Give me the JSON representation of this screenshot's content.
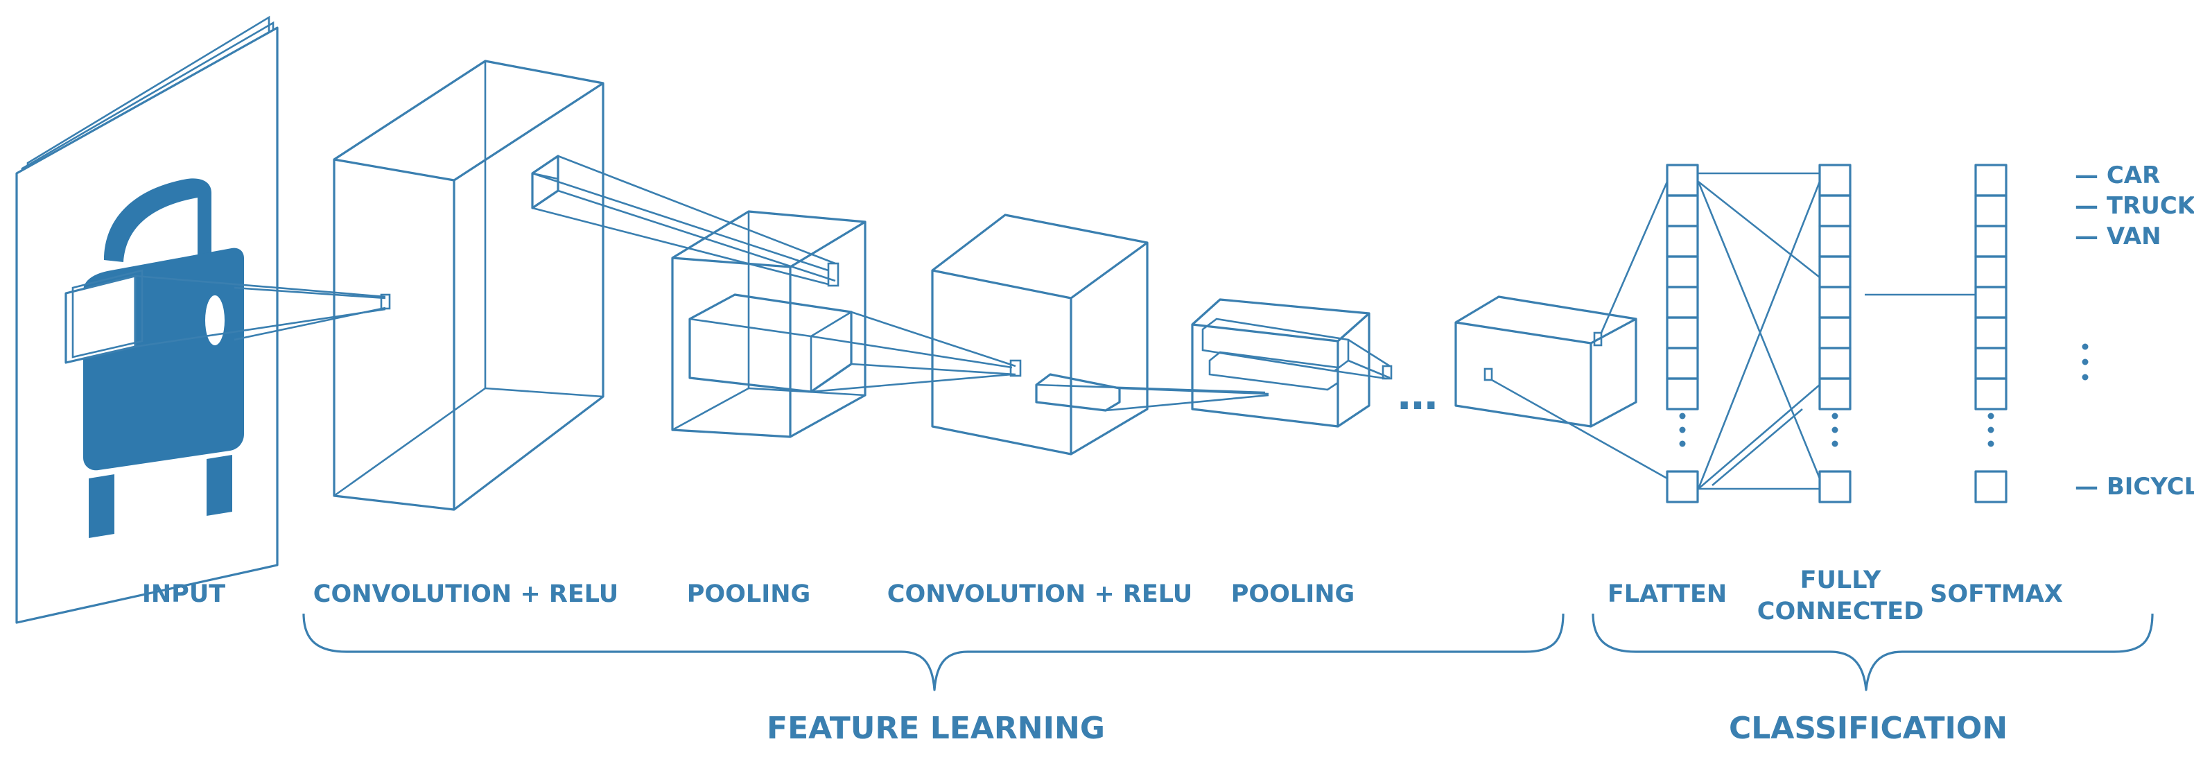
{
  "labels": {
    "input": "INPUT",
    "conv1": "CONVOLUTION + RELU",
    "pool1": "POOLING",
    "conv2": "CONVOLUTION + RELU",
    "pool2": "POOLING",
    "flatten": "FLATTEN",
    "fully_connected_1": "FULLY",
    "fully_connected_2": "CONNECTED",
    "softmax": "SOFTMAX"
  },
  "groups": {
    "feature_learning": "FEATURE LEARNING",
    "classification": "CLASSIFICATION"
  },
  "classes": {
    "car": "— CAR",
    "truck": "— TRUCK",
    "van": "— VAN",
    "bicycle": "— BICYCLE"
  },
  "ellipsis": "…",
  "colors": {
    "line": "#3a7fb0",
    "fill": "#2f79ad",
    "background": "#ffffff"
  },
  "icons": {
    "input_image": "car-icon"
  }
}
